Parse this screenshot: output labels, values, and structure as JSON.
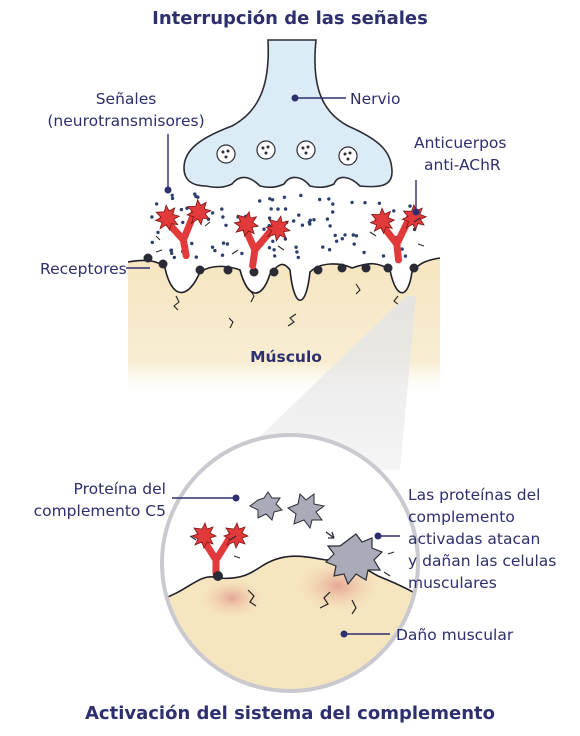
{
  "title_top": "Interrupción de las señales",
  "title_bottom": "Activación del sistema del complemento",
  "labels": {
    "nerve": "Nervio",
    "signals_line1": "Señales",
    "signals_line2": "(neurotransmisores)",
    "antibodies_line1": "Anticuerpos",
    "antibodies_line2": "anti-AChR",
    "receptors": "Receptores",
    "muscle": "Músculo",
    "c5_line1": "Proteína del",
    "c5_line2": "complemento C5",
    "attack_line1": "Las proteínas del",
    "attack_line2": "complemento",
    "attack_line3": "activadas atacan",
    "attack_line4": "y dañan las celulas",
    "attack_line5": "musculares",
    "damage": "Daño muscular"
  },
  "colors": {
    "text": "#2d2f6e",
    "nerve_fill": "#dcecf6",
    "muscle_fill": "#f6e7c4",
    "antibody": "#e23a3a",
    "complement": "#a9acb8",
    "damage": "#e8a79e"
  }
}
